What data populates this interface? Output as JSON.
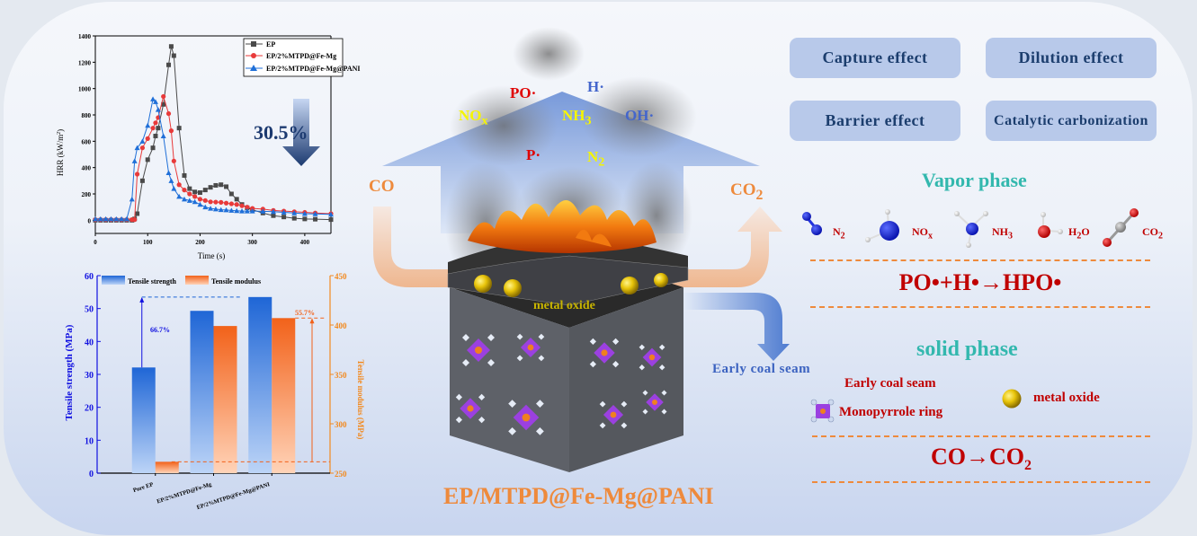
{
  "colors": {
    "ep": "#4a4a4a",
    "fe_mg": "#e83a3a",
    "pani": "#1f6fd8",
    "tensile_strength": "#1f66d6",
    "tensile_modulus": "#f2621a",
    "orange_text": "#ee8a3c",
    "dark_red": "#c00000",
    "teal": "#33b8ae",
    "effect_box": "#b8c9ea",
    "effect_text": "#1c3e6e"
  },
  "chart_data": [
    {
      "type": "line",
      "title": "",
      "xlabel": "Time (s)",
      "ylabel": "HRR (kW/m2)",
      "xlim": [
        0,
        450
      ],
      "ylim": [
        -100,
        1400
      ],
      "xticks": [
        0,
        100,
        200,
        300,
        400
      ],
      "yticks": [
        0,
        200,
        400,
        600,
        800,
        1000,
        1200,
        1400
      ],
      "legend_position": "top-right",
      "annotation": "30.5%",
      "x": [
        0,
        10,
        20,
        30,
        40,
        50,
        60,
        70,
        75,
        80,
        90,
        100,
        110,
        115,
        120,
        130,
        140,
        145,
        150,
        160,
        170,
        180,
        190,
        200,
        210,
        220,
        230,
        240,
        250,
        260,
        270,
        280,
        290,
        300,
        320,
        340,
        360,
        380,
        400,
        420,
        450
      ],
      "series": [
        {
          "name": "EP",
          "values": [
            0,
            0,
            0,
            0,
            0,
            0,
            0,
            0,
            10,
            50,
            300,
            460,
            550,
            640,
            700,
            880,
            1180,
            1320,
            1250,
            700,
            340,
            240,
            215,
            210,
            230,
            250,
            265,
            270,
            255,
            200,
            160,
            120,
            95,
            80,
            55,
            35,
            25,
            15,
            10,
            8,
            5
          ]
        },
        {
          "name": "EP/2%MTPD@Fe-Mg",
          "values": [
            5,
            5,
            5,
            5,
            5,
            5,
            5,
            5,
            5,
            350,
            550,
            620,
            700,
            740,
            780,
            940,
            810,
            680,
            450,
            270,
            230,
            200,
            180,
            160,
            150,
            140,
            138,
            136,
            130,
            125,
            120,
            110,
            100,
            90,
            85,
            75,
            70,
            65,
            60,
            55,
            50
          ]
        },
        {
          "name": "EP/2%MTPD@Fe-Mg@PANI",
          "values": [
            10,
            10,
            10,
            10,
            10,
            10,
            10,
            160,
            450,
            550,
            600,
            720,
            920,
            900,
            840,
            640,
            360,
            300,
            240,
            180,
            160,
            150,
            140,
            120,
            100,
            90,
            85,
            80,
            78,
            75,
            72,
            70,
            70,
            70,
            68,
            65,
            60,
            55,
            50,
            48,
            45
          ]
        }
      ]
    },
    {
      "type": "bar",
      "categories": [
        "Pure EP",
        "EP/2%MTPD@Fe-Mg",
        "EP/2%MTPD@Fe-Mg@PANI"
      ],
      "series": [
        {
          "name": "Tensile strength",
          "axis": "left",
          "values": [
            32.1,
            49.3,
            53.5
          ]
        },
        {
          "name": "Tensile modulus",
          "axis": "right",
          "values": [
            261.5,
            399,
            407
          ]
        }
      ],
      "ylabel": "Tensile strength (MPa)",
      "y2label": "Tensile modulus (MPa)",
      "ylim": [
        0,
        60
      ],
      "y2lim": [
        250,
        450
      ],
      "yticks": [
        0,
        10,
        20,
        30,
        40,
        50,
        60
      ],
      "y2ticks": [
        250,
        300,
        350,
        400,
        450
      ],
      "legend_position": "top",
      "annotations": [
        "66.7%",
        "55.7%"
      ]
    }
  ],
  "center": {
    "species": {
      "po": "PO·",
      "h": "H·",
      "nox": "NO",
      "nox_sub": "x",
      "nh3": "NH",
      "nh3_sub": "3",
      "oh": "OH·",
      "p": "P·",
      "n2": "N",
      "n2_sub": "2"
    },
    "co_left": "CO",
    "co2_right": "CO",
    "co2_sub": "2",
    "metal_oxide_label": "metal oxide",
    "early_coal_seam": "Early coal seam",
    "material_title": "EP/MTPD@Fe-Mg@PANI"
  },
  "effects": [
    {
      "label": "Capture effect"
    },
    {
      "label": "Dilution effect"
    },
    {
      "label": "Barrier effect"
    },
    {
      "label": "Catalytic carbonization"
    }
  ],
  "vapor": {
    "title": "Vapor phase",
    "molecules": [
      {
        "label": "N",
        "sub": "2",
        "icon": "n2-molecule-icon"
      },
      {
        "label": "NO",
        "sub": "x",
        "icon": "nox-molecule-icon"
      },
      {
        "label": "NH",
        "sub": "3",
        "icon": "nh3-molecule-icon"
      },
      {
        "label": "H",
        "sub": "2",
        "tail": "O",
        "icon": "h2o-molecule-icon"
      },
      {
        "label": "CO",
        "sub": "2",
        "icon": "co2-molecule-icon"
      }
    ],
    "equation": "PO•+H•→HPO•"
  },
  "solid": {
    "title": "solid phase",
    "early_coal_seam": "Early coal seam",
    "monopyrrole": "Monopyrrole ring",
    "metal_oxide": "metal oxide",
    "equation": "CO→CO",
    "equation_sub": "2"
  }
}
